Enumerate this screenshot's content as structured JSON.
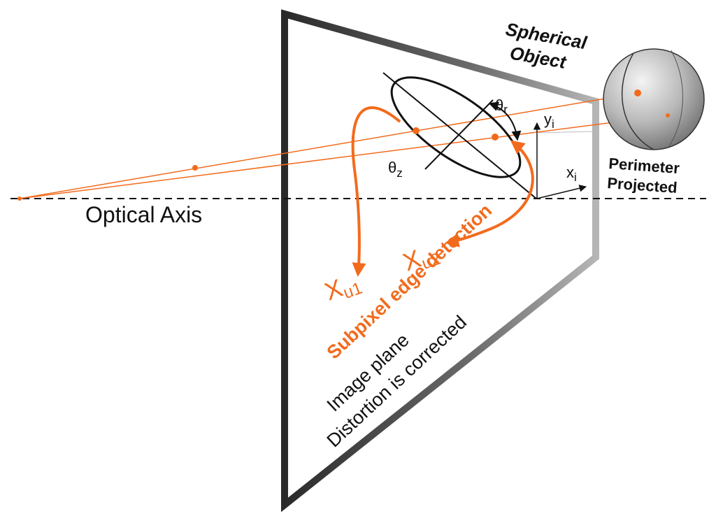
{
  "colors": {
    "accent": "#f26b1d",
    "frame": "#333333",
    "text": "#111111",
    "sphere_light": "#eeeeee",
    "sphere_dark": "#7a7a7a"
  },
  "labels": {
    "optical_axis": "Optical Axis",
    "spherical_object_line1": "Spherical",
    "spherical_object_line2": "Object",
    "perimeter_line1": "Perimeter",
    "perimeter_line2": "Projected",
    "image_plane": "Image plane",
    "distortion": "Distortion is corrected",
    "subpixel": "Subpixel edge detection",
    "theta_r_base": "θ",
    "theta_r_sub": "r",
    "theta_z_base": "θ",
    "theta_z_sub": "z",
    "y_base": "y",
    "y_sub": "i",
    "x_base": "x",
    "x_sub": "i",
    "xu1_base": "X",
    "xu1_sub": "u1",
    "xu2_base": "X",
    "xu2_sub": "u2"
  }
}
